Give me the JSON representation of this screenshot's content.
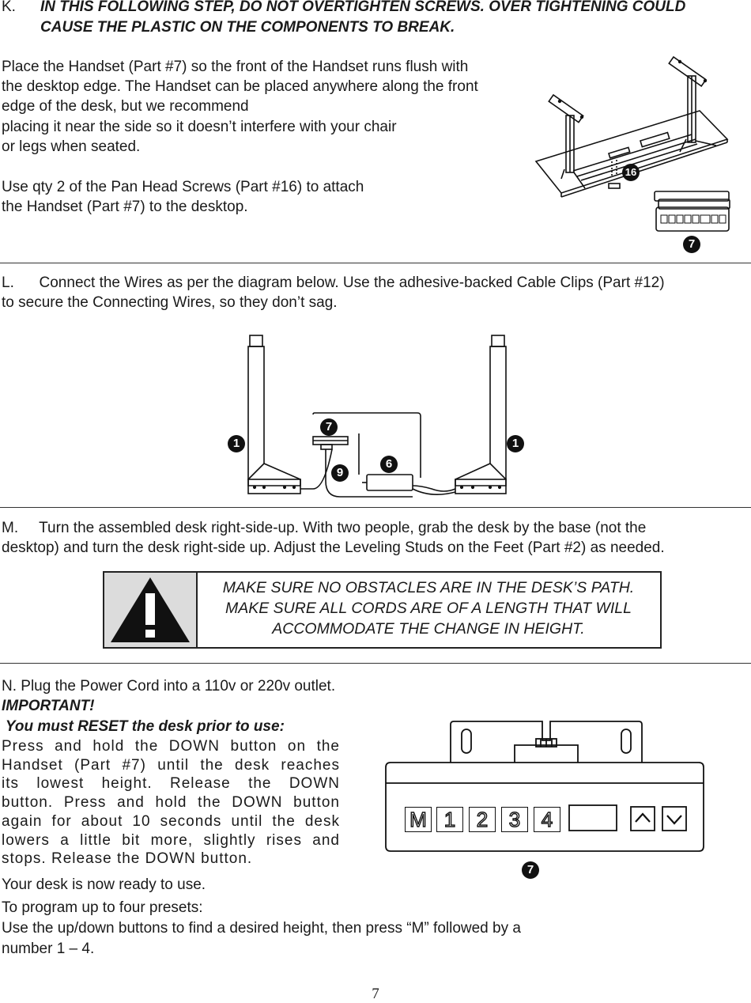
{
  "step_k": {
    "letter": "K.",
    "warning_line1": "IN THIS FOLLOWING STEP, DO NOT OVERTIGHTEN SCREWS. OVER TIGHTENING COULD",
    "warning_line2": "CAUSE THE PLASTIC ON THE COMPONENTS TO BREAK.",
    "para1": [
      "Place the Handset (Part #7) so the front of the Handset runs flush with",
      "the desktop edge. The Handset can be placed anywhere along the front",
      "edge of the desk, but we recommend",
      "placing it near the side so it doesn’t interfere with your chair",
      "or legs when seated."
    ],
    "para2": [
      "Use qty 2 of the  Pan Head Screws (Part #16) to attach",
      "the Handset  (Part #7) to the desktop."
    ],
    "callout_screw": "16",
    "callout_handset": "7"
  },
  "step_l": {
    "line1": "L.      Connect the Wires as per the diagram below. Use the adhesive-backed Cable Clips (Part #12)",
    "line2": "to secure the Connecting Wires, so they don’t sag.",
    "callout_leg_left": "1",
    "callout_leg_right": "1",
    "callout_handset": "7",
    "callout_cable": "9",
    "callout_box": "6"
  },
  "step_m": {
    "line1": "M.     Turn the assembled desk right-side-up. With two people, grab the desk by the base (not the",
    "line2": "desktop) and turn the desk right-side up. Adjust the Leveling Studs on the Feet (Part #2) as needed.",
    "caution": [
      "MAKE SURE NO OBSTACLES ARE IN THE DESK’S PATH.",
      "MAKE SURE ALL CORDS ARE OF A LENGTH THAT WILL",
      "ACCOMMODATE THE CHANGE IN HEIGHT."
    ]
  },
  "step_n": {
    "line1": "N. Plug the Power Cord into a 110v or 220v outlet.",
    "important": "IMPORTANT!",
    "reset": " You must RESET the desk prior to use:",
    "body": [
      "Press and hold the DOWN button on the",
      "Handset (Part #7) until the desk reaches",
      "its lowest height. Release the DOWN",
      "button. Press and hold the DOWN button",
      "again for about 10 seconds until the desk",
      "lowers a little bit more, slightly rises and",
      "stops. Release the DOWN button."
    ],
    "ready": "Your desk is now ready to use.",
    "program_title": "To program up to four presets:",
    "program_line1": "Use the up/down buttons to find a desired height, then press “M” followed by a",
    "program_line2": "number 1 – 4.",
    "buttons": [
      "M",
      "1",
      "2",
      "3",
      "4"
    ],
    "callout_handset": "7"
  },
  "page_number": "7"
}
